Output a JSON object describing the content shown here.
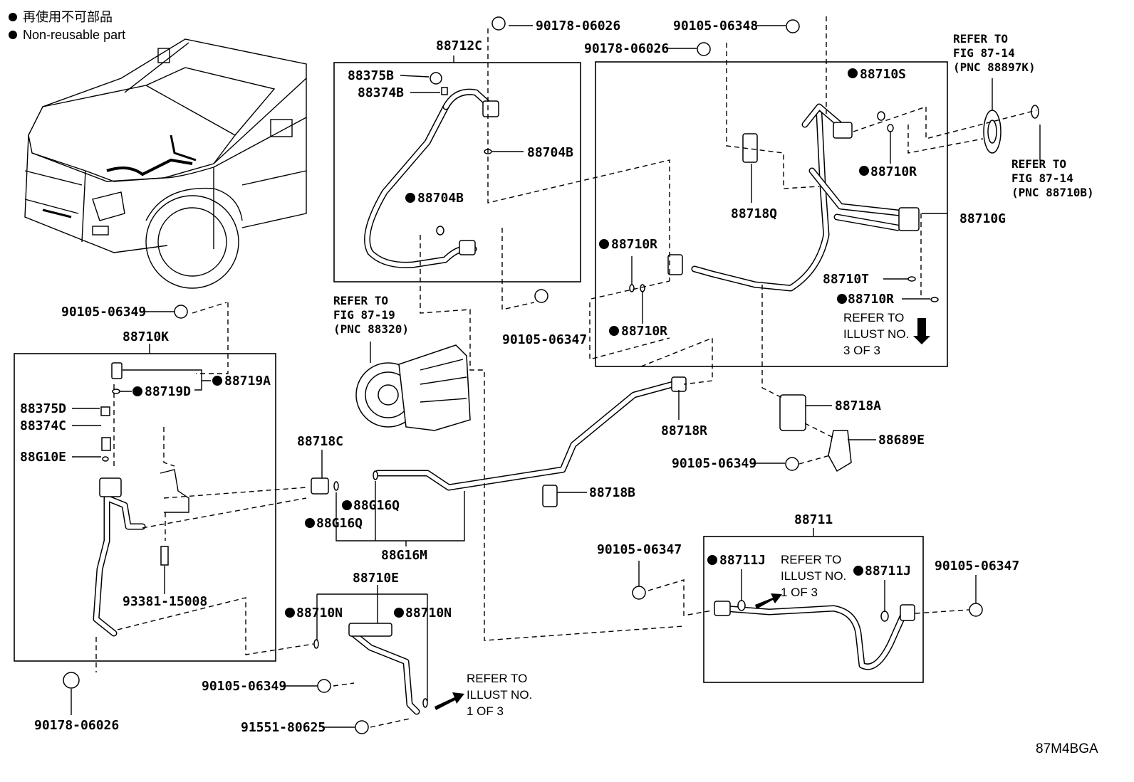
{
  "legend": {
    "line1": "再使用不可部品",
    "line2": "Non-reusable part"
  },
  "diagram_code": "87M4BGA",
  "callouts": {
    "c88712C": "88712C",
    "c88375B": "88375B",
    "c88374B": "88374B",
    "c88704B_a": "88704B",
    "c88704B_b": "88704B",
    "c90178_top": "90178-06026",
    "c90105_06348": "90105-06348",
    "c90178_mid": "90178-06026",
    "c88710S": "88710S",
    "c88710R_a": "88710R",
    "c88718Q": "88718Q",
    "c88710G": "88710G",
    "c88710R_b": "88710R",
    "c88710T": "88710T",
    "c88710R_c": "88710R",
    "c88710R_d": "88710R",
    "c90105_06347_a": "90105-06347",
    "c90105_06349_a": "90105-06349",
    "c88710K": "88710K",
    "c88719A": "88719A",
    "c88719D": "88719D",
    "c88375D": "88375D",
    "c88374C": "88374C",
    "c88G10E": "88G10E",
    "c93381": "93381-15008",
    "c90178_bot": "90178-06026",
    "c88718C": "88718C",
    "c88G16Q_a": "88G16Q",
    "c88G16Q_b": "88G16Q",
    "c88G16M": "88G16M",
    "c88718R": "88718R",
    "c88718A": "88718A",
    "c88689E": "88689E",
    "c90105_06349_b": "90105-06349",
    "c88718B": "88718B",
    "c88710E": "88710E",
    "c88710N_a": "88710N",
    "c88710N_b": "88710N",
    "c90105_06349_c": "90105-06349",
    "c91551": "91551-80625",
    "c88711": "88711",
    "c90105_06347_b": "90105-06347",
    "c88711J_a": "88711J",
    "c88711J_b": "88711J",
    "c90105_06347_c": "90105-06347"
  },
  "refs": {
    "fig8714_top": [
      "REFER TO",
      "FIG 87-14",
      "(PNC 88897K)"
    ],
    "fig8714_right": [
      "REFER TO",
      "FIG 87-14",
      "(PNC 88710B)"
    ],
    "fig8719": [
      "REFER TO",
      "FIG 87-19",
      "(PNC 88320)"
    ],
    "illust3of3": [
      "REFER TO",
      "ILLUST NO.",
      "3 OF 3"
    ],
    "illust1of3_a": [
      "REFER TO",
      "ILLUST NO.",
      "1 OF 3"
    ],
    "illust1of3_b": [
      "REFER TO",
      "ILLUST NO.",
      "1 OF 3"
    ]
  }
}
